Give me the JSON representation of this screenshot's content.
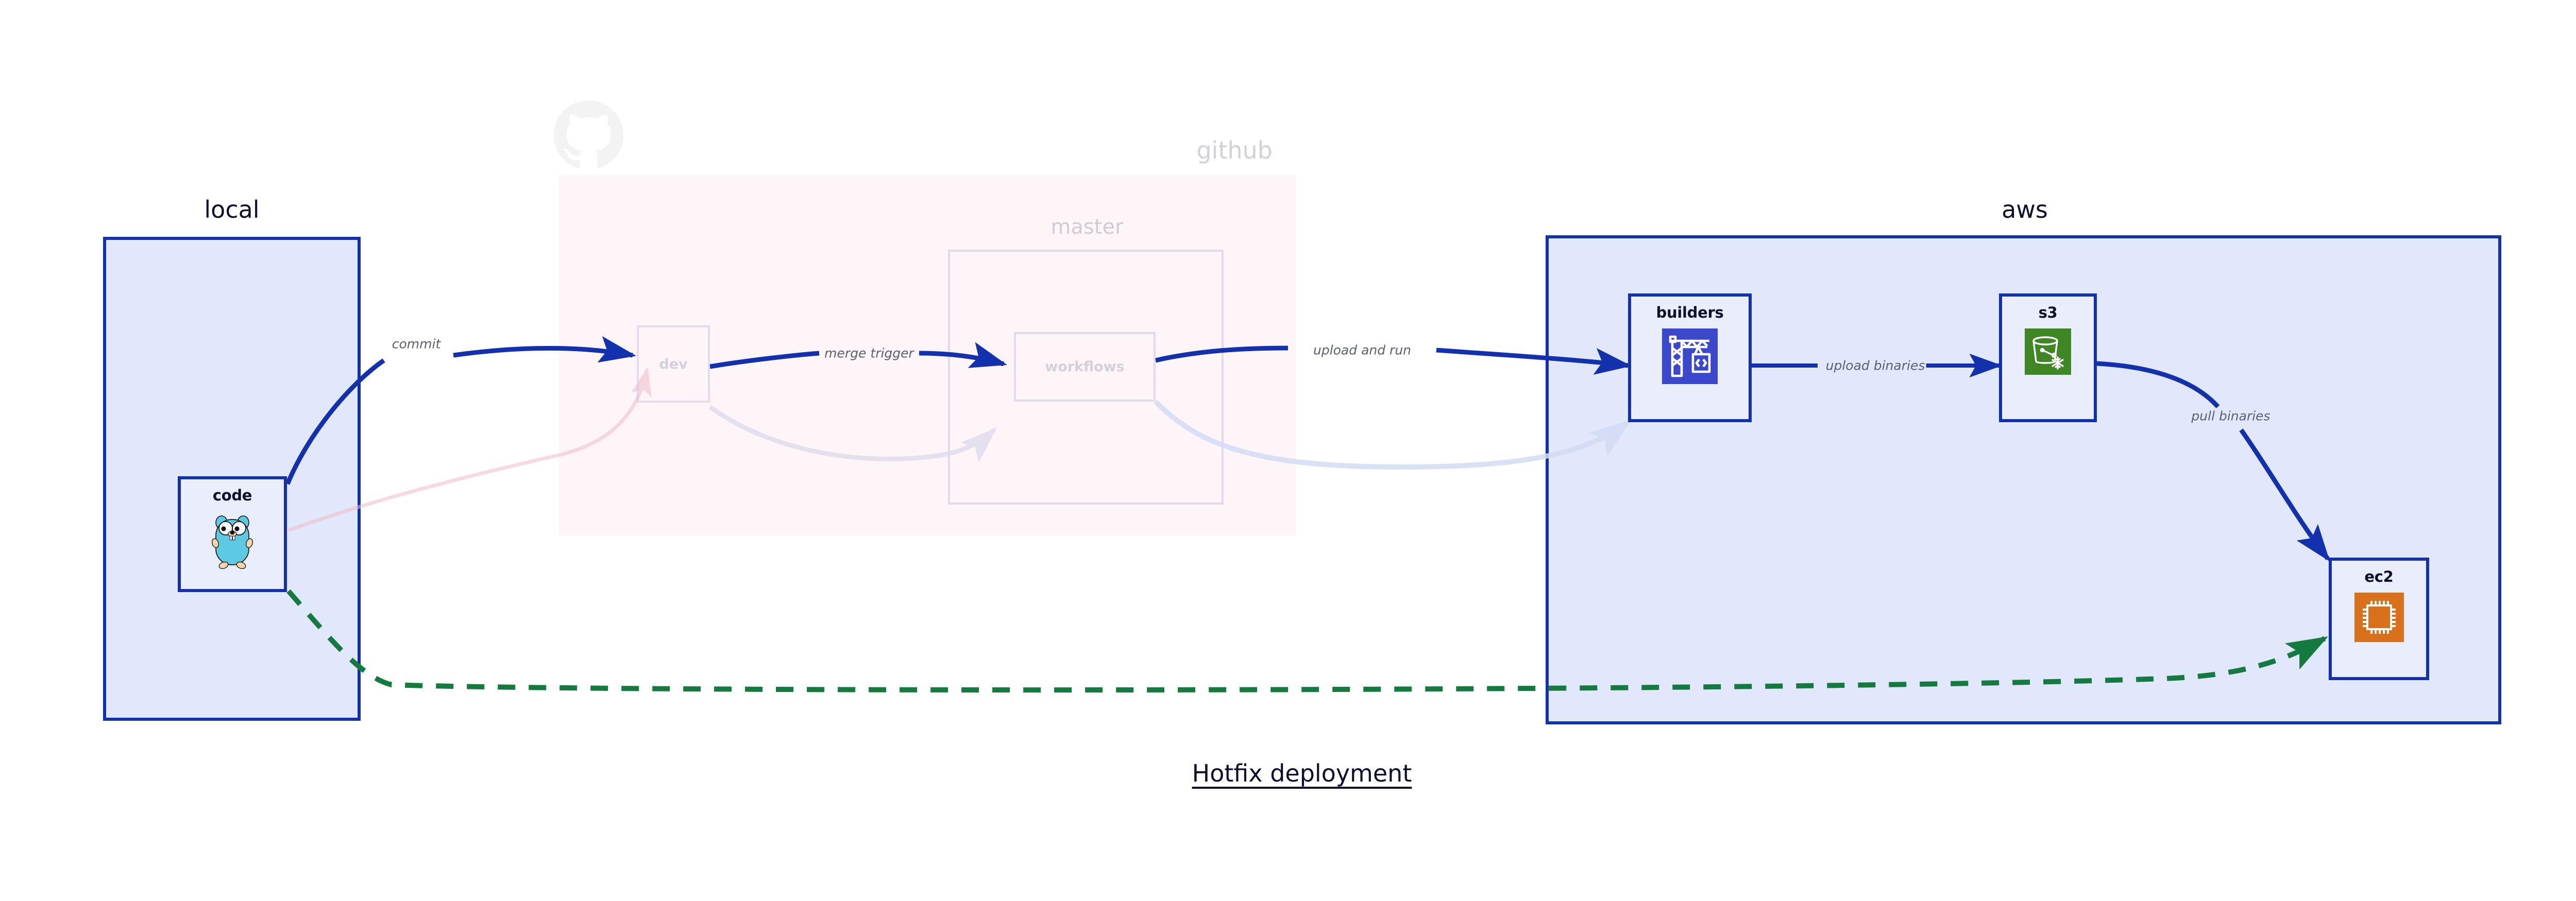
{
  "diagram": {
    "title": "Hotfix deployment",
    "background_color": "#ffffff"
  },
  "clusters": [
    {
      "id": "local",
      "label": "local",
      "fill": "#e2e8fb",
      "stroke": "#1330ad",
      "faded": false
    },
    {
      "id": "github",
      "label": "github",
      "fill": "#fadfe6",
      "stroke": "none",
      "faded": true
    },
    {
      "id": "master",
      "label": "master",
      "fill": "transparent",
      "stroke": "#b9aed4",
      "faded": true
    },
    {
      "id": "aws",
      "label": "aws",
      "fill": "#e2e8fb",
      "stroke": "#1330ad",
      "faded": false
    }
  ],
  "nodes": [
    {
      "id": "code",
      "label": "code",
      "icon": "go-gopher-icon",
      "icon_color": "#5dc9e2",
      "faded": false
    },
    {
      "id": "dev",
      "label": "dev",
      "icon": "none",
      "icon_color": "#cfc6e0",
      "faded": true
    },
    {
      "id": "workflows",
      "label": "workflows",
      "icon": "none",
      "icon_color": "#cfc6e0",
      "faded": true
    },
    {
      "id": "builders",
      "label": "builders",
      "icon": "aws-codebuild-crane-icon",
      "icon_color": "#3b48cc",
      "faded": false
    },
    {
      "id": "s3",
      "label": "s3",
      "icon": "aws-s3-glacier-bucket-icon",
      "icon_color": "#3f8624",
      "faded": false
    },
    {
      "id": "ec2",
      "label": "ec2",
      "icon": "aws-ec2-chip-icon",
      "icon_color": "#d9701b",
      "faded": false
    }
  ],
  "edges": [
    {
      "id": "commit",
      "from": "code",
      "to": "dev",
      "label": "commit",
      "color": "#1330ad",
      "style": "solid",
      "faded": false
    },
    {
      "id": "merge-trigger",
      "from": "dev",
      "to": "workflows",
      "label": "merge trigger",
      "color": "#1330ad",
      "style": "solid",
      "faded": false
    },
    {
      "id": "upload-and-run",
      "from": "workflows",
      "to": "builders",
      "label": "upload and run",
      "color": "#1330ad",
      "style": "solid",
      "faded": false
    },
    {
      "id": "upload-binaries",
      "from": "builders",
      "to": "s3",
      "label": "upload binaries",
      "color": "#1330ad",
      "style": "solid",
      "faded": false
    },
    {
      "id": "pull-binaries",
      "from": "s3",
      "to": "ec2",
      "label": "pull binaries",
      "color": "#1330ad",
      "style": "solid",
      "faded": false
    },
    {
      "id": "hotfix-deploy",
      "from": "code",
      "to": "ec2",
      "label": "",
      "color": "#157a3f",
      "style": "dashed",
      "faded": false
    },
    {
      "id": "ghost-code-dev",
      "from": "code",
      "to": "dev",
      "label": "",
      "color": "#e8a8bb",
      "style": "solid",
      "faded": true
    },
    {
      "id": "ghost-dev-wf",
      "from": "dev",
      "to": "workflows",
      "label": "",
      "color": "#cfc6e0",
      "style": "solid",
      "faded": true
    },
    {
      "id": "ghost-wf-build",
      "from": "workflows",
      "to": "builders",
      "label": "",
      "color": "#cfd6ef",
      "style": "solid",
      "faded": true
    }
  ],
  "labels": {
    "commit": "commit",
    "merge_trigger": "merge trigger",
    "upload_and_run": "upload and run",
    "upload_binaries": "upload binaries",
    "pull_binaries": "pull binaries"
  },
  "colors": {
    "accent_blue": "#1330ad",
    "cluster_blue_fill": "#e2e8fb",
    "github_pink": "#fadfe6",
    "green_dashed": "#157a3f",
    "node_fill": "#eaeefc",
    "text_dark": "#0d0f2b",
    "edge_label_gray": "#5a5f72"
  },
  "icons": {
    "github_logo": "github-mark-icon",
    "gopher": "go-gopher-icon",
    "crane": "aws-codebuild-crane-icon",
    "bucket": "aws-s3-glacier-bucket-icon",
    "chip": "aws-ec2-chip-icon"
  }
}
